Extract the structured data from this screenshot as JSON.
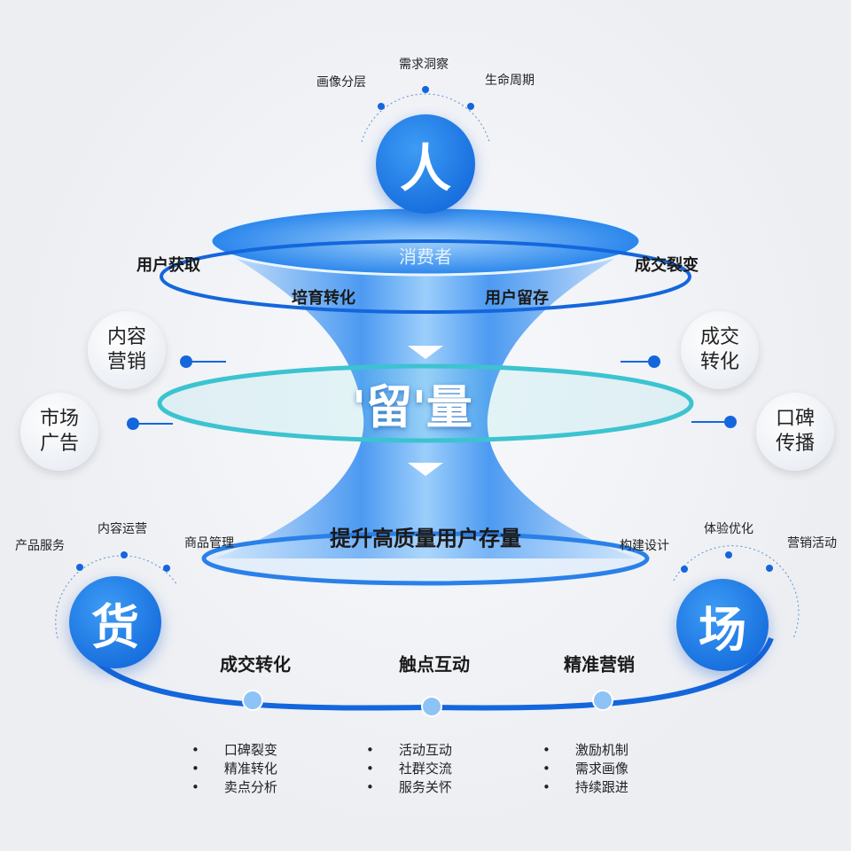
{
  "top": {
    "hub": "人",
    "labels": [
      "画像分层",
      "需求洞察",
      "生命周期"
    ],
    "ellipse_label": "消费者"
  },
  "orbit": [
    "用户获取",
    "培育转化",
    "用户留存",
    "成交裂变"
  ],
  "center_title": "'留'量",
  "left_circles": [
    "内容\n营销",
    "市场\n广告"
  ],
  "right_circles": [
    "成交\n转化",
    "口碑\n传播"
  ],
  "goal": "提升高质量用户存量",
  "goods": {
    "hub": "货",
    "labels": [
      "产品服务",
      "内容运营",
      "商品管理"
    ]
  },
  "venue": {
    "hub": "场",
    "labels": [
      "构建设计",
      "体验优化",
      "营销活动"
    ]
  },
  "bottom": {
    "stages": [
      "成交转化",
      "触点互动",
      "精准营销"
    ],
    "lists": [
      [
        "口碑裂变",
        "精准转化",
        "卖点分析"
      ],
      [
        "活动互动",
        "社群交流",
        "服务关怀"
      ],
      [
        "激励机制",
        "需求画像",
        "持续跟进"
      ]
    ]
  },
  "colors": {
    "blue": "#1466dc",
    "teal": "#3cc3d0"
  }
}
